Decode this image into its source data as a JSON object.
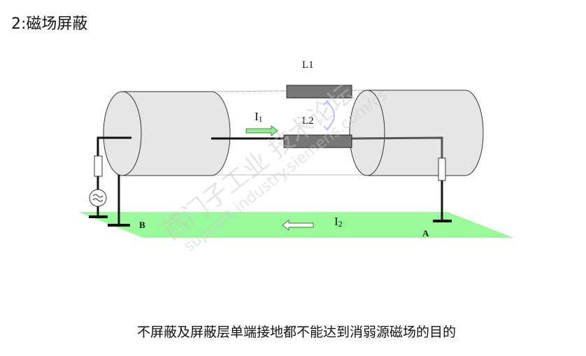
{
  "title": "2:磁场屏蔽",
  "diagram": {
    "labels": {
      "L1": "L1",
      "L2": "L2",
      "I1": "I",
      "I1_sub": "1",
      "I2": "I",
      "I2_sub": "2",
      "A": "A",
      "B": "B"
    },
    "colors": {
      "ground_plane": "#99fa99",
      "shield": "#e6e6e6",
      "coil": "#777777",
      "arrow_green": "#8ef08e",
      "coupling_arrow": "#b8c0ff"
    }
  },
  "watermark": {
    "line1": "西门子工业  技术论坛",
    "line2": "support.industry.siemens.com/cs"
  },
  "caption": "不屏蔽及屏蔽层单端接地都不能达到消弱源磁场的目的"
}
